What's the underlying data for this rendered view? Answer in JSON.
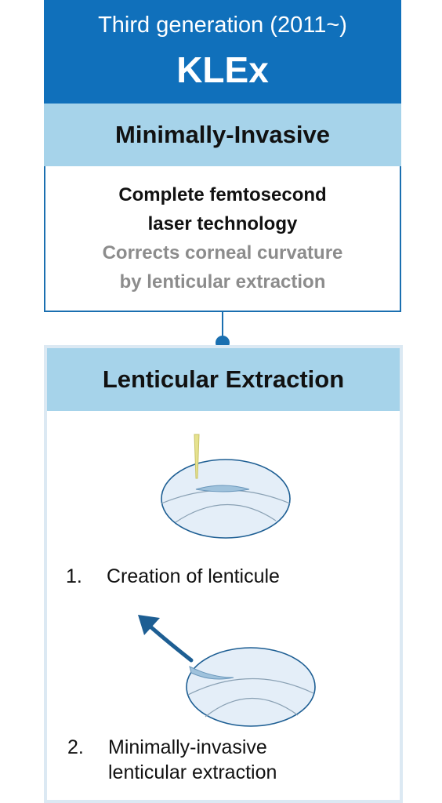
{
  "header": {
    "subtitle": "Third generation (2011~)",
    "title": "KLEx"
  },
  "category": "Minimally-Invasive",
  "description": {
    "line1": "Complete femtosecond",
    "line2": "laser technology",
    "line3": "Corrects corneal curvature",
    "line4": "by lenticular extraction"
  },
  "panel": {
    "title": "Lenticular Extraction",
    "steps": [
      {
        "number": "1.",
        "lines": [
          "Creation of lenticule"
        ]
      },
      {
        "number": "2.",
        "lines": [
          "Minimally-invasive",
          "lenticular extraction"
        ]
      }
    ]
  },
  "colors": {
    "header": "#1070bb",
    "band": "#a6d3ea",
    "border": "#1a6fb0",
    "muted_text": "#8c8c8c"
  }
}
